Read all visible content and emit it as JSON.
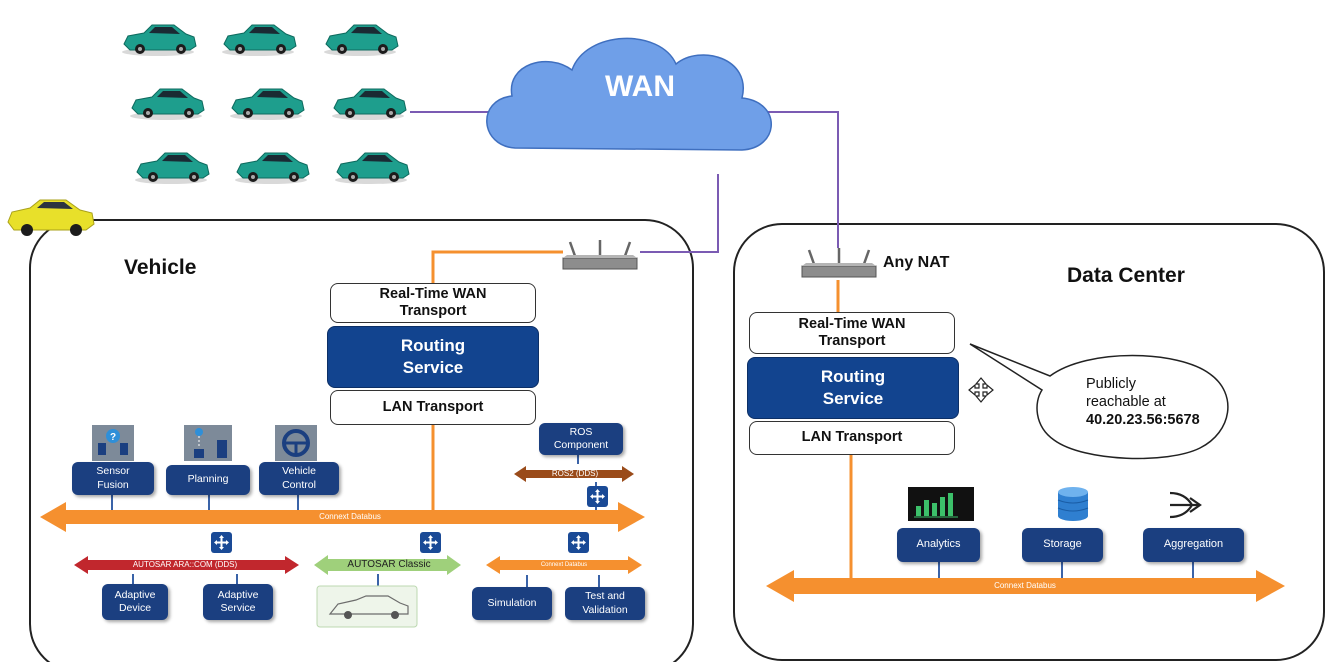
{
  "wan": {
    "label": "WAN"
  },
  "vehicle": {
    "title": "Vehicle",
    "wan_transport": "Real-Time WAN Transport",
    "routing_service": "Routing Service",
    "lan_transport": "LAN Transport",
    "components": {
      "sensor_fusion": "Sensor Fusion",
      "planning": "Planning",
      "vehicle_control": "Vehicle Control",
      "ros_component": "ROS Component",
      "adaptive_device": "Adaptive Device",
      "adaptive_service": "Adaptive Service",
      "simulation": "Simulation",
      "test_validation": "Test and Validation"
    },
    "buses": {
      "connext": "Connext Databus",
      "ros2": "ROS2 (DDS)",
      "autosar_ara": "AUTOSAR ARA::COM (DDS)",
      "autosar_classic": "AUTOSAR Classic",
      "connext_small": "Connext Databus"
    }
  },
  "datacenter": {
    "title": "Data Center",
    "nat_label": "Any NAT",
    "wan_transport": "Real-Time WAN Transport",
    "routing_service": "Routing Service",
    "lan_transport": "LAN Transport",
    "callout": {
      "line1": "Publicly",
      "line2": "reachable at",
      "address": "40.20.23.56:5678"
    },
    "components": {
      "analytics": "Analytics",
      "storage": "Storage",
      "aggregation": "Aggregation"
    },
    "bus": "Connext Databus"
  },
  "colors": {
    "cloud": "#6f9fe8",
    "link": "#7b5bb3",
    "orange": "#f5902f",
    "navy": "#12448f",
    "car_teal": "#1e9e8d",
    "car_yellow": "#e8e02a",
    "ros_brown": "#9a4b1a",
    "autosar_red": "#c1272d",
    "autosar_green": "#9fd07b"
  },
  "icons": [
    "car-icon",
    "router-icon",
    "move-cursor-icon",
    "plus-cross-icon",
    "question-icon",
    "planning-icon",
    "steering-wheel-icon",
    "bar-chart-icon",
    "database-icon",
    "merge-arrow-icon",
    "car-model-icon"
  ]
}
